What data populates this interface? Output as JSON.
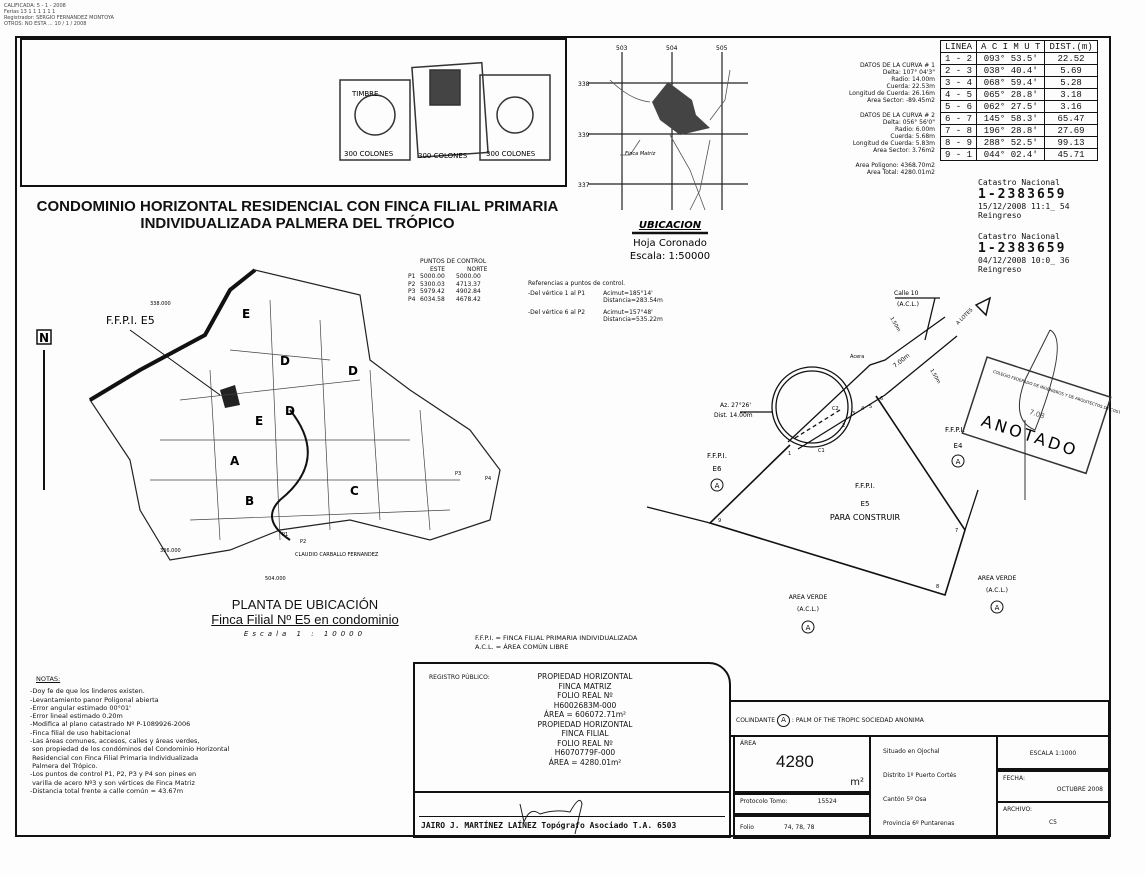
{
  "scan_header": [
    "CALIFICADA: 5 - 1 - 2008",
    "Ferias  13 1 1 1 1 1 1",
    "Registrador: SERGIO FERNANDEZ MONTOYA",
    "OTROS: NO ESTA ... 10 / 1 / 2008"
  ],
  "stamps": {
    "values": [
      "300 COLONES",
      "300 COLONES",
      "300 COLONES"
    ],
    "seal_text": "TIMBRE"
  },
  "title": {
    "line1": "CONDOMINIO HORIZONTAL RESIDENCIAL CON FINCA FILIAL PRIMARIA",
    "line2": "INDIVIDUALIZADA PALMERA DEL TRÓPICO"
  },
  "location_map": {
    "grid_x": [
      "503",
      "504",
      "505"
    ],
    "grid_y": [
      "338",
      "339",
      "337"
    ],
    "place_labels": [
      "Finca Matriz"
    ],
    "caption": "UBICACION",
    "sheet": "Hoja Coronado",
    "scale": "Escala: 1:50000"
  },
  "curve_data": [
    {
      "title": "DATOS DE LA CURVA  # 1",
      "lines": [
        "Delta: 107° 04'3\"",
        "Radio: 14.00m",
        "Cuerda: 22.53m",
        "Longitud de Cuerda: 26.16m",
        "Area Sector: -89.45m2"
      ]
    },
    {
      "title": "DATOS DE LA CURVA  # 2",
      "lines": [
        "Delta: 056° 56'0\"",
        "Radio: 6.00m",
        "Cuerda: 5.68m",
        "Longitud de Cuerda: 5.83m",
        "Area Sector: 3.76m2"
      ]
    }
  ],
  "areas_summary": [
    "Area Poligono: 4368.70m2",
    "Area Total: 4280.01m2"
  ],
  "bearing_table": {
    "headers": [
      "LINEA",
      "A C I M U T",
      "DIST.(m)"
    ],
    "rows": [
      [
        "1 - 2",
        "093° 53.5'",
        "22.52"
      ],
      [
        "2 - 3",
        "038° 40.4'",
        "5.69"
      ],
      [
        "3 - 4",
        "068° 59.4'",
        "5.28"
      ],
      [
        "4 - 5",
        "065° 28.8'",
        "3.18"
      ],
      [
        "5 - 6",
        "062° 27.5'",
        "3.16"
      ],
      [
        "6 - 7",
        "145° 58.3'",
        "65.47"
      ],
      [
        "7 - 8",
        "196° 28.8'",
        "27.69"
      ],
      [
        "8 - 9",
        "288° 52.5'",
        "99.13"
      ],
      [
        "9 - 1",
        "044° 02.4'",
        "45.71"
      ]
    ]
  },
  "catastro": [
    {
      "label": "Catastro Nacional",
      "number": "1-2383659",
      "datetime": "15/12/2008 11:1_ 54",
      "status": "Reingreso"
    },
    {
      "label": "Catastro Nacional",
      "number": "1-2383659",
      "datetime": "04/12/2008 10:0_ 36",
      "status": "Reingreso"
    }
  ],
  "control_points": {
    "title": "PUNTOS DE CONTROL",
    "headers": [
      "ESTE",
      "NORTE"
    ],
    "rows": [
      [
        "P1",
        "5000.00",
        "5000.00"
      ],
      [
        "P2",
        "5300.03",
        "4713.37"
      ],
      [
        "P3",
        "5979.42",
        "4902.84"
      ],
      [
        "P4",
        "6034.58",
        "4678.42"
      ]
    ]
  },
  "references": {
    "title": "Referencias a puntos de control.",
    "items": [
      {
        "from": "-Del vértice 1 al P1",
        "azimuth": "Acimut=185°14'",
        "distance": "Distancia=283.54m"
      },
      {
        "from": "-Del vértice 6 al P2",
        "azimuth": "Acimut=157°48'",
        "distance": "Distancia=535.22m"
      }
    ]
  },
  "site_plan": {
    "north": "N",
    "ffpi_label": "F.F.P.I. E5",
    "lot_letters": [
      "E",
      "D",
      "E",
      "D",
      "D",
      "A",
      "C",
      "B"
    ],
    "coords": [
      "338.000",
      "336.000",
      "504.000"
    ],
    "road_label": "CLAUDIO CARBALLO FERNANDEZ",
    "control": [
      "P1",
      "P2",
      "P3",
      "P4"
    ],
    "caption": "PLANTA DE UBICACIÓN",
    "subcaption": "Finca Filial Nº  E5  en condominio",
    "scale": "Escala  1 : 10000"
  },
  "lot_drawing": {
    "street": "Calle 10",
    "street_acl": "(A.C.L.)",
    "to_lotes": "A LOTES",
    "acera": "Acera",
    "width": "7.00m",
    "sidewalk1": "1.50m",
    "sidewalk2": "1.50m",
    "az": "Az. 27°26'",
    "dist": "Dist. 14.00m",
    "vertices": [
      "1",
      "2",
      "3",
      "4",
      "5",
      "6",
      "7",
      "8",
      "9",
      "C1",
      "C2"
    ],
    "e6": [
      "F.F.P.I.",
      "E6",
      "A"
    ],
    "e4": [
      "F.F.P.I.",
      "E4",
      "A"
    ],
    "e5": [
      "F.F.P.I.",
      "E5",
      "PARA CONSTRUIR"
    ],
    "green1": [
      "AREA VERDE",
      "(A.C.L.)",
      "A"
    ],
    "green2": [
      "AREA VERDE",
      "(A.C.L.)",
      "A"
    ],
    "stamp": {
      "org": "COLEGIO FEDERADO DE INGENIEROS Y DE ARQUITECTOS DE COSTA RICA",
      "word": "ANOTADO",
      "date": "7.08"
    }
  },
  "legend": [
    "F.F.P.I. = FINCA FILIAL PRIMARIA INDIVIDUALIZADA",
    "A.C.L. = ÁREA COMÚN LIBRE"
  ],
  "notes": {
    "title": "NOTAS:",
    "items": [
      "-Doy fe de que los linderos existen.",
      "-Levantamiento panor Poligonal abierta",
      "-Error angular estimado 00°01'",
      "-Error lineal estimado 0.20m",
      "-Modifica al plano catastrado Nº P-1089926-2006",
      "-Finca filial de uso habitacional",
      "-Las áreas comunes, accesos, calles y áreas verdes,",
      " son propiedad de los condóminos del Condominio Horizontal",
      " Residencial con Finca Filial Primaria Individualizada",
      " Palmera del Trópico.",
      "-Los puntos de control P1, P2, P3 y P4 son pines en",
      " varilla de acero Nº3 y son vértices de Finca Matriz",
      "-Distancia total frente a calle común = 43.67m"
    ]
  },
  "registry": {
    "label": "REGISTRO PÚBLICO:",
    "lines": [
      "PROPIEDAD HORIZONTAL",
      "FINCA MATRIZ",
      "FOLIO REAL Nº",
      "H6002683M-000",
      "ÁREA = 606072.71m²",
      "PROPIEDAD HORIZONTAL",
      "FINCA FILIAL",
      "FOLIO REAL Nº",
      "H6070779F-000",
      "ÁREA = 4280.01m²"
    ],
    "surveyor": "JAIRO J. MARTÍNEZ LAÍNEZ Topógrafo Asociado T.A. 6503"
  },
  "colindante": {
    "label": "COLINDANTE",
    "mark": "A",
    "owner": ": PALM OF THE TROPIC SOCIEDAD ANONIMA"
  },
  "title_block": {
    "area_label": "ÁREA",
    "area_value": "4280",
    "area_unit": "m²",
    "protocolo_label": "Protocolo Tomo:",
    "protocolo_value": "15524",
    "folio_label": "Folio",
    "folio_value": "74, 78, 78",
    "location": [
      "Situado en Ojochal",
      "Distrito 1º Puerto Cortés",
      "Cantón 5º Osa",
      "Provincia 6º Puntarenas"
    ],
    "scale": "ESCALA 1:1000",
    "date_label": "FECHA:",
    "date_value": "OCTUBRE 2008",
    "file_label": "ARCHIVO:",
    "file_value": "C5"
  }
}
